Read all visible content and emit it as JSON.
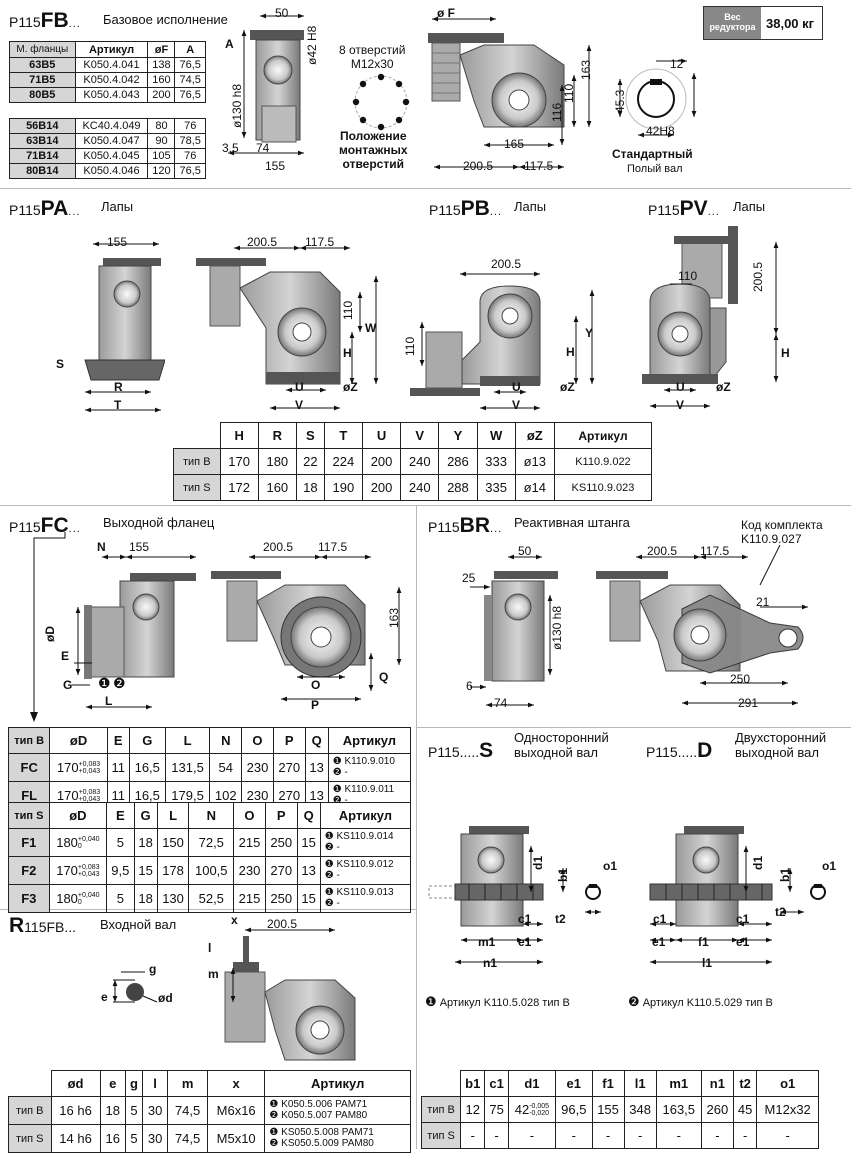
{
  "fb": {
    "prefix": "P115",
    "code": "FB",
    "dots": "...",
    "title": "Базовое исполнение",
    "table": {
      "headers": [
        "М. фланцы",
        "Артикул",
        "øF",
        "A"
      ],
      "group1": [
        [
          "63B5",
          "K050.4.041",
          "138",
          "76,5"
        ],
        [
          "71B5",
          "K050.4.042",
          "160",
          "74,5"
        ],
        [
          "80B5",
          "K050.4.043",
          "200",
          "76,5"
        ]
      ],
      "group2": [
        [
          "56B14",
          "KC40.4.049",
          "80",
          "76"
        ],
        [
          "63B14",
          "K050.4.047",
          "90",
          "78,5"
        ],
        [
          "71B14",
          "K050.4.045",
          "105",
          "76"
        ],
        [
          "80B14",
          "K050.4.046",
          "120",
          "76,5"
        ]
      ]
    },
    "dims": {
      "d50": "50",
      "A": "A",
      "d42": "ø42 H8",
      "d130": "ø130 h8",
      "d35": "3,5",
      "d74": "74",
      "d155": "155",
      "oF": "ø F",
      "d163": "163",
      "d110": "110",
      "d116": "116",
      "d165": "165",
      "d2005": "200.5",
      "d1175": "117.5",
      "d12": "12",
      "d453": "45.3",
      "d42h": "42H8"
    },
    "holes_label": "8 отверстий\nM12x30",
    "mount_label": "Положение\nмонтажных\nотверстий",
    "shaft_title": "Стандартный",
    "shaft_sub": "Полый вал"
  },
  "weight": {
    "label": "Вес\nредуктора",
    "value": "38,00 кг"
  },
  "pa": {
    "prefix": "P115",
    "code": "PA",
    "dots": "...",
    "title": "Лапы",
    "dims": {
      "d155": "155",
      "d2005": "200.5",
      "d1175": "117.5",
      "d110": "110",
      "W": "W",
      "H": "H",
      "S": "S",
      "R": "R",
      "T": "T",
      "U": "U",
      "V": "V",
      "Z": "øZ"
    }
  },
  "pb": {
    "prefix": "P115",
    "code": "PB",
    "dots": "...",
    "title": "Лапы",
    "dims": {
      "d2005": "200.5",
      "d110": "110",
      "Y": "Y",
      "H": "H",
      "U": "U",
      "V": "V",
      "Z": "øZ"
    }
  },
  "pv": {
    "prefix": "P115",
    "code": "PV",
    "dots": "...",
    "title": "Лапы",
    "dims": {
      "d110": "110",
      "d2005": "200.5",
      "H": "H",
      "U": "U",
      "V": "V",
      "Z": "øZ"
    }
  },
  "feet_table": {
    "headers": [
      "",
      "H",
      "R",
      "S",
      "T",
      "U",
      "V",
      "Y",
      "W",
      "øZ",
      "Артикул"
    ],
    "rows": [
      [
        "тип B",
        "170",
        "180",
        "22",
        "224",
        "200",
        "240",
        "286",
        "333",
        "ø13",
        "K110.9.022"
      ],
      [
        "тип S",
        "172",
        "160",
        "18",
        "190",
        "200",
        "240",
        "288",
        "335",
        "ø14",
        "KS110.9.023"
      ]
    ]
  },
  "fc": {
    "prefix": "P115",
    "code": "FC",
    "dots": "...",
    "title": "Выходной фланец",
    "dims": {
      "N": "N",
      "d155": "155",
      "D": "øD",
      "E": "E",
      "G": "G",
      "L": "L",
      "d2005": "200.5",
      "d1175": "117.5",
      "d163": "163",
      "O": "O",
      "P": "P",
      "Q": "Q"
    },
    "tableB": {
      "headers": [
        "тип B",
        "øD",
        "E",
        "G",
        "L",
        "N",
        "O",
        "P",
        "Q",
        "Артикул"
      ],
      "rows": [
        {
          "name": "FC",
          "d": "170",
          "tol_up": "+0,083",
          "tol_dn": "+0,043",
          "E": "11",
          "G": "16,5",
          "L": "131,5",
          "N": "54",
          "O": "230",
          "P": "270",
          "Q": "13",
          "art1": "K110.9.010",
          "art2": "-"
        },
        {
          "name": "FL",
          "d": "170",
          "tol_up": "+0,083",
          "tol_dn": "+0,043",
          "E": "11",
          "G": "16,5",
          "L": "179,5",
          "N": "102",
          "O": "230",
          "P": "270",
          "Q": "13",
          "art1": "K110.9.011",
          "art2": "-"
        }
      ]
    },
    "tableS": {
      "headers": [
        "тип S",
        "øD",
        "E",
        "G",
        "L",
        "N",
        "O",
        "P",
        "Q",
        "Артикул"
      ],
      "rows": [
        {
          "name": "F1",
          "d": "180",
          "tol_up": "+0,040",
          "tol_dn": "0",
          "E": "5",
          "G": "18",
          "L": "150",
          "N": "72,5",
          "O": "215",
          "P": "250",
          "Q": "15",
          "art1": "KS110.9.014",
          "art2": "-"
        },
        {
          "name": "F2",
          "d": "170",
          "tol_up": "+0,083",
          "tol_dn": "+0,043",
          "E": "9,5",
          "G": "15",
          "L": "178",
          "N": "100,5",
          "O": "230",
          "P": "270",
          "Q": "13",
          "art1": "KS110.9.012",
          "art2": "-"
        },
        {
          "name": "F3",
          "d": "180",
          "tol_up": "+0,040",
          "tol_dn": "0",
          "E": "5",
          "G": "18",
          "L": "130",
          "N": "52,5",
          "O": "215",
          "P": "250",
          "Q": "15",
          "art1": "KS110.9.013",
          "art2": "-"
        }
      ]
    }
  },
  "br": {
    "prefix": "P115",
    "code": "BR",
    "dots": "...",
    "title": "Реактивная штанга",
    "kit_label": "Код комплекта\nK110.9.027",
    "dims": {
      "d50": "50",
      "d25": "25",
      "d130": "ø130 h8",
      "d6": "6",
      "d74": "74",
      "d2005": "200.5",
      "d1175": "117.5",
      "d21": "21",
      "d250": "250",
      "d291": "291"
    }
  },
  "s": {
    "prefix": "P115.....",
    "code": "S",
    "title": "Односторонний\nвыходной вал"
  },
  "d": {
    "prefix": "P115.....",
    "code": "D",
    "title": "Двухсторонний\nвыходной вал"
  },
  "shaft_dims": {
    "d1": "d1",
    "b1": "b1",
    "o1": "o1",
    "t2": "t2",
    "c1": "c1",
    "m1": "m1",
    "e1": "e1",
    "n1": "n1",
    "f1": "f1",
    "l1": "l1"
  },
  "shaft_notes": {
    "n1": "Артикул K110.5.028  тип B",
    "n2": "Артикул K110.5.029  тип B"
  },
  "shaft_table": {
    "headers": [
      "",
      "b1",
      "c1",
      "d1",
      "e1",
      "f1",
      "l1",
      "m1",
      "n1",
      "t2",
      "o1"
    ],
    "rowB": {
      "name": "тип B",
      "b1": "12",
      "c1": "75",
      "d1": "42",
      "d1_up": "-0,005",
      "d1_dn": "-0,020",
      "e1": "96,5",
      "f1": "155",
      "l1": "348",
      "m1": "163,5",
      "n1": "260",
      "t2": "45",
      "o1": "M12x32"
    },
    "rowS": [
      "тип S",
      "-",
      "-",
      "-",
      "-",
      "-",
      "-",
      "-",
      "-",
      "-",
      "-"
    ]
  },
  "r": {
    "prefix_big": "R",
    "prefix_small": "115FB...",
    "title": "Входной вал",
    "dims": {
      "x": "x",
      "d2005": "200.5",
      "l": "l",
      "m": "m",
      "g": "g",
      "e": "e",
      "d": "ød"
    },
    "table": {
      "headers": [
        "",
        "ød",
        "e",
        "g",
        "l",
        "m",
        "x",
        "Артикул"
      ],
      "rows": [
        {
          "name": "тип B",
          "d": "16 h6",
          "e": "18",
          "g": "5",
          "l": "30",
          "m": "74,5",
          "x": "M6x16",
          "art1": "K050.5.006 PAM71",
          "art2": "K050.5.007 PAM80"
        },
        {
          "name": "тип S",
          "d": "14 h6",
          "e": "16",
          "g": "5",
          "l": "30",
          "m": "74,5",
          "x": "M5x10",
          "art1": "KS050.5.008 PAM71",
          "art2": "KS050.5.009 PAM80"
        }
      ]
    }
  }
}
